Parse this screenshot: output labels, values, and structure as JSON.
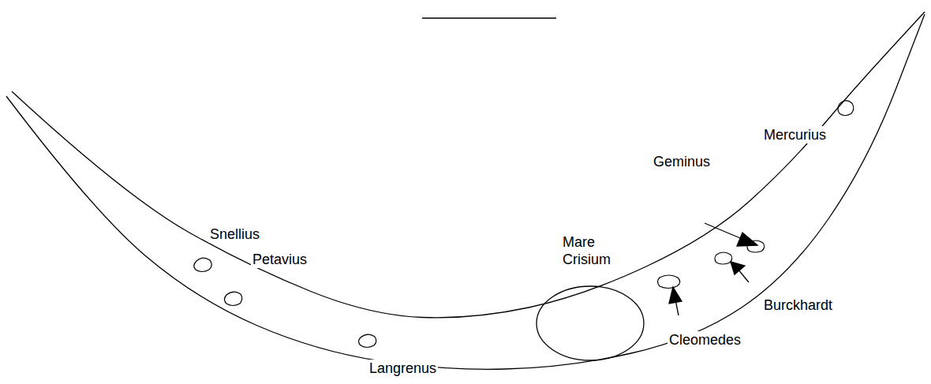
{
  "diagram": {
    "labels": [
      "Snellius",
      "Petavius",
      "Mare Crisium",
      "Langrenus",
      "Mercurius",
      "Geminus",
      "Burckhardt",
      "Cleomedes"
    ]
  }
}
